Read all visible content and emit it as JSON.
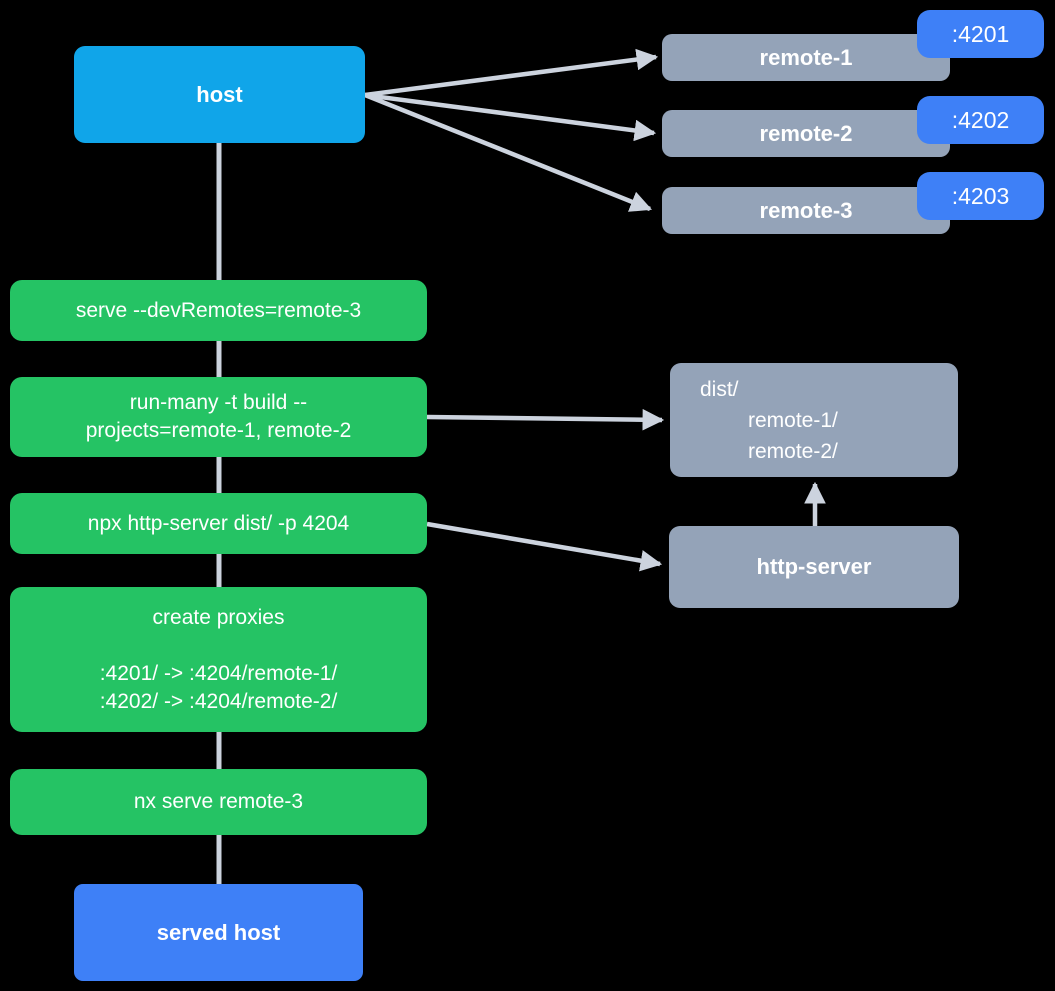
{
  "colors": {
    "host": "#10a5e9",
    "remote": "#94a3b8",
    "badge": "#3e80f7",
    "step": "#25c364",
    "served": "#3e80f7",
    "edge": "#ccd3de",
    "text": "#ffffff",
    "bg": "#000000"
  },
  "nodes": {
    "host": {
      "label": "host"
    },
    "served_host": {
      "label": "served host"
    },
    "remotes": [
      {
        "label": "remote-1",
        "port": ":4201"
      },
      {
        "label": "remote-2",
        "port": ":4202"
      },
      {
        "label": "remote-3",
        "port": ":4203"
      }
    ],
    "steps": [
      {
        "label": "serve --devRemotes=remote-3"
      },
      {
        "label": "run-many -t build --\nprojects=remote-1, remote-2"
      },
      {
        "label": "npx http-server dist/ -p 4204"
      },
      {
        "label": "create proxies\n\n:4201/ -> :4204/remote-1/\n:4202/ -> :4204/remote-2/"
      },
      {
        "label": "nx serve remote-3"
      }
    ],
    "dist": {
      "title": "dist/",
      "children": [
        "remote-1/",
        "remote-2/"
      ]
    },
    "http_server": {
      "label": "http-server"
    }
  }
}
